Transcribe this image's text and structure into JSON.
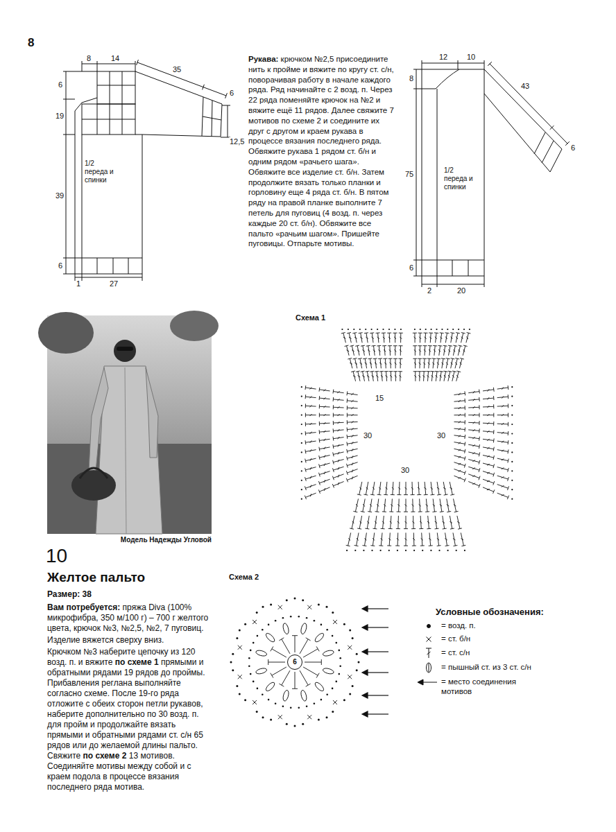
{
  "diagram": {
    "title": "Желтое пальто",
    "nodes": [
      {
        "text": [
          "1/2 переда и спинки"
        ]
      },
      {
        "text": [
          "1/2 переда и спинки"
        ]
      },
      {
        "text": [
          "6"
        ]
      }
    ],
    "labels": [
      "8",
      "8",
      "14",
      "35",
      "6",
      "19",
      "6",
      "12,5",
      "39",
      "6",
      "1",
      "27",
      "Рукава:",
      "крючком №2,5 присоедините нить к пройме и вяжите по кругу ст. с/н, поворачивая работу в начале каждого ряда. Ряд начинайте с 2 возд. п. Через 22 ряда поменяйте крючок на №2 и вяжите ещё 11 рядов. Далее свяжите 7 мотивов по схеме 2 и соедините их друг с другом и краем рукава в процессе вязания последнего ряда. Обвяжите рукава 1 рядом ст. б/н и одним рядом «рачьего шага». Обвяжите все изделие ст. б/н. Затем продолжите вязать только планки и горловину еще 4 ряда ст. б/н. В пятом ряду на правой планке выполните 7 петель для пуговиц (4 возд. п. через каждые 20 ст. б/н). Обвяжите все пальто «рачьим шагом». Пришейте пуговицы. Отпарьте мотивы.",
      "12",
      "10",
      "8",
      "43",
      "6",
      "75",
      "6",
      "2",
      "20",
      "Схема 1",
      "15",
      "30",
      "30",
      "30",
      "Модель Надежды Угловой",
      "10",
      "Размер: 38",
      "Вам потребуется:",
      "пряжа Diva (100% микрофибра, 350 м/100 г) – 700 г желтого цвета, крючок №3, №2,5, №2, 7 пуговиц.",
      "Изделие вяжется сверху вниз.",
      "Крючком №3 наберите цепочку из 120 возд. п. и вяжите",
      "по схеме 1",
      "прямыми и обратными рядами 19 рядов до проймы. Прибавления реглана выполняйте согласно схеме. После 19-го ряда отложите с обеих сторон петли рукавов, наберите дополнительно по 30 возд. п. для пройм и продолжайте вязать прямыми и обратными рядами ст. с/н 65 рядов или до желаемой длины пальто. Свяжите",
      "по схеме 2",
      "13 мотивов. Соединяйте мотивы между собой и с краем подола в процессе вязания последнего ряда мотива.",
      "Схема 2",
      "Условные обозначения:"
    ],
    "legend": [
      {
        "text": "= возд. п."
      },
      {
        "text": "= ст. б/н"
      },
      {
        "text": "= ст. с/н"
      },
      {
        "text": "= пышный ст. из 3 ст. с/н"
      },
      {
        "text": "= место соединения мотивов"
      }
    ]
  }
}
